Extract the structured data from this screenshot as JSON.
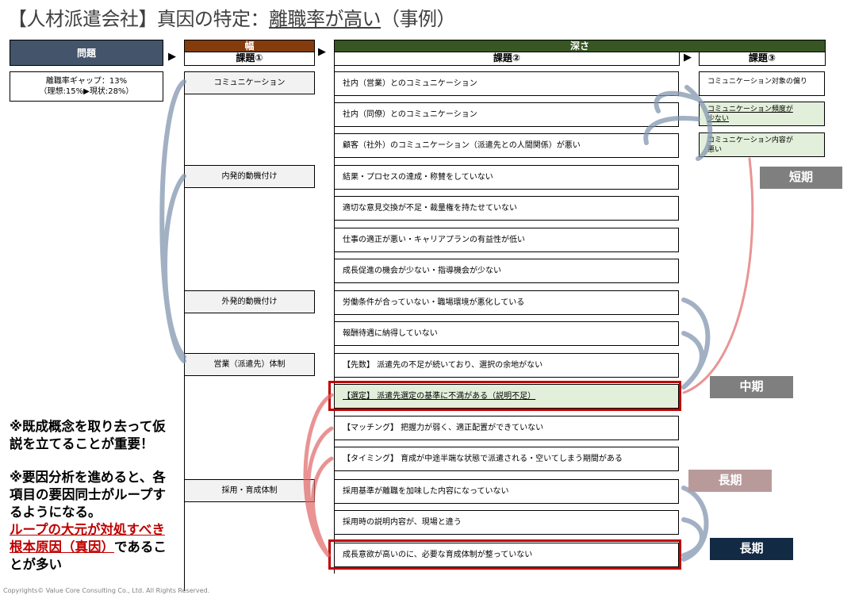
{
  "title": {
    "prefix": "【人材派遣会社】真因の特定：",
    "underlined": "離職率が高い",
    "suffix": "（事例）"
  },
  "headers": {
    "problem": "問題",
    "width": "幅",
    "width_sub": "課題①",
    "depth": "深さ",
    "depth_sub2": "課題②",
    "depth_sub3": "課題③",
    "arrow": "▶"
  },
  "problem_box": {
    "line1": "離職率ギャップ：13%",
    "line2": "（理想:15%▶現状:28%）"
  },
  "issues1": [
    "コミュニケーション",
    "内発的動機付け",
    "外発的動機付け",
    "営業（派遣先）体制",
    "採用・育成体制"
  ],
  "issues2": [
    "社内（営業）とのコミュニケーション",
    "社内（同僚）とのコミュニケーション",
    "顧客（社外）のコミュニケーション（派遣先との人間関係）が悪い",
    "結果・プロセスの達成・称賛をしていない",
    "適切な意見交換が不足・裁量権を持たせていない",
    "仕事の適正が悪い・キャリアプランの有益性が低い",
    "成長促進の機会が少ない・指導機会が少ない",
    "労働条件が合っていない・職場環境が悪化している",
    "報酬待遇に納得していない",
    "【先数】 派遣先の不足が続いており、選択の余地がない",
    "【選定】 派遣先選定の基準に不満がある（説明不足）",
    "【マッチング】 把握力が弱く、適正配置ができていない",
    "【タイミング】 育成が中途半端な状態で派遣される・空いてしまう期間がある",
    "採用基準が離職を加味した内容になっていない",
    "採用時の説明内容が、現場と違う",
    "成長意欲が高いのに、必要な育成体制が整っていない"
  ],
  "issues3": [
    {
      "line1": "コミュニケーション対象の偏り",
      "line2": ""
    },
    {
      "line1": "コミュニケーション頻度が",
      "line2": "少ない"
    },
    {
      "line1": "コミュニケーション内容が",
      "line2": "悪い"
    }
  ],
  "tags": {
    "short": "短期",
    "mid": "中期",
    "long1": "長期",
    "long2": "長期"
  },
  "note": {
    "p1": "※既成概念を取り去って仮説を立てることが重要！",
    "p2": "※要因分析を進めると、各項目の要因同士がループするようになる。",
    "p3_red": "ループの大元が対処すべき根本原因（真因）",
    "p3_rest": "であることが多い"
  },
  "copyright": "Copyrights© Value Core Consulting Co., Ltd.  All Rights Reserved.",
  "colors": {
    "problem": "#44546a",
    "width": "#843c0c",
    "depth": "#375623",
    "highlight": "#e2efda",
    "red": "#c00000",
    "short": "#7f7f7f",
    "mid": "#7f7f7f",
    "long1": "#b99a9a",
    "long2": "#132a45"
  }
}
